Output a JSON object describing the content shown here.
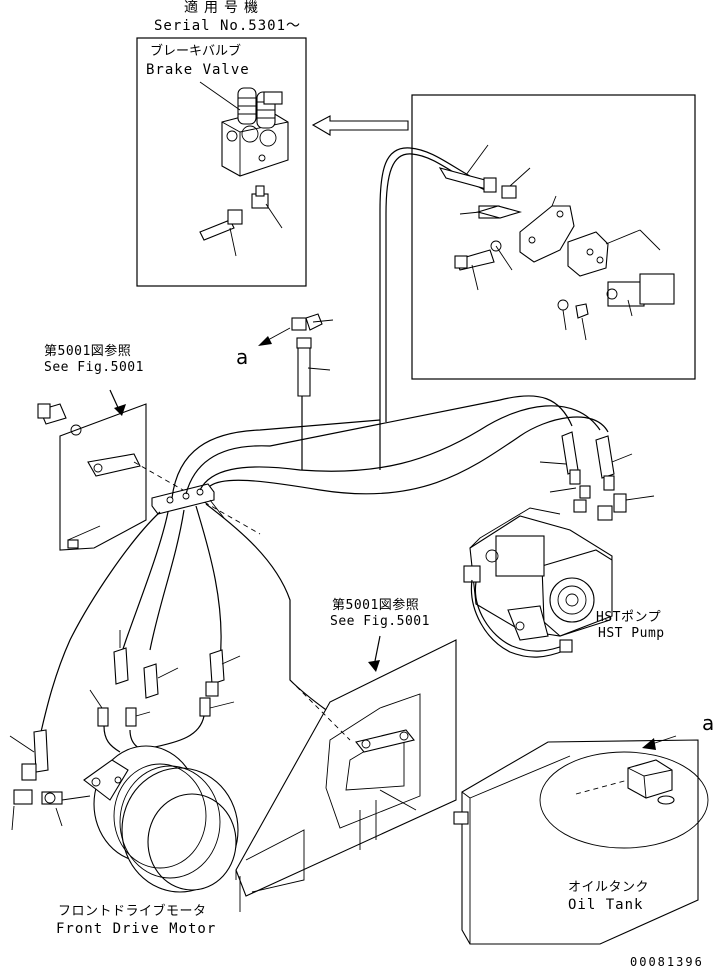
{
  "serial": {
    "heading": "適用号機",
    "number": "Serial No.5301～"
  },
  "brake_valve": {
    "jp": "ブレーキバルブ",
    "en": "Brake Valve"
  },
  "ref_top": {
    "jp": "第5001図参照",
    "en": "See Fig.5001"
  },
  "ref_mid": {
    "jp": "第5001図参照",
    "en": "See Fig.5001"
  },
  "hst_pump": {
    "jp": "HSTポンプ",
    "en": "HST Pump"
  },
  "oil_tank": {
    "jp": "オイルタンク",
    "en": "Oil Tank"
  },
  "front_motor": {
    "jp": "フロントドライブモータ",
    "en": "Front Drive Motor"
  },
  "marker_a_left": "a",
  "marker_a_right": "a",
  "drawing_number": "00081396"
}
